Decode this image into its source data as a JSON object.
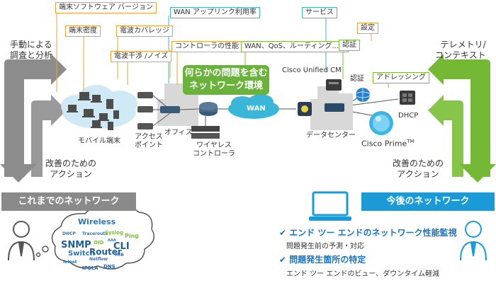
{
  "left_side": {
    "top_label_line1": "手動による",
    "top_label_line2": "調査と分析",
    "bottom_label_line1": "改善のための",
    "bottom_label_line2": "アクション",
    "button": "これまでのネットワーク",
    "cloud_words": [
      "Wireless",
      "DHCP",
      "Traceroute",
      "Syslog",
      "Ping",
      "SNMP",
      "OID",
      "AAA",
      "CLI",
      "Switch",
      "Router",
      "MIB",
      "Telnet",
      "Netflow",
      "IPSLA",
      "DNS"
    ]
  },
  "right_side": {
    "top_label_line1": "テレメトリ/",
    "top_label_line2": "コンテキスト",
    "bottom_label_line1": "改善のための",
    "bottom_label_line2": "アクション",
    "button": "今後のネットワーク",
    "bullets": [
      {
        "title": "エンド ツー エンドのネットワーク性能監視",
        "sub": "問題発生前の予測・対応"
      },
      {
        "title": "問題発生箇所の特定",
        "sub": "エンド ツー エンドのビュー、ダウンタイム軽減"
      }
    ]
  },
  "callouts": {
    "client_software": "端末ソフトウェア バージョン",
    "client_density": "端末密度",
    "rf_coverage": "電波カバレッジ",
    "rf_interference": "電波干渉 /ノイズ",
    "wan_uplink": "WAN アップリンク利用率",
    "controller_perf": "コントローラの性能",
    "wan_qos": "WAN、QoS、ルーティング......",
    "services": "サービス",
    "settings": "設定",
    "auth": "認証",
    "addressing": "アドレッシング"
  },
  "center": {
    "problem_line1": "何らかの問題を含む",
    "problem_line2": "ネットワーク環境",
    "wan": "WAN"
  },
  "devices": {
    "mobile": "モバイル端末",
    "access_point_line1": "アクセス",
    "access_point_line2": "ポイント",
    "office": "オフィス",
    "wlc_line1": "ワイヤレス",
    "wlc_line2": "コントローラ",
    "cucm": "Cisco Unified CM",
    "auth_server": "認証",
    "datacenter": "データセンター",
    "prime": "Cisco Prime",
    "prime_tm": "TM",
    "dhcp": "DHCP"
  },
  "colors": {
    "gray_arrow": "#8c8c8c",
    "green_arrow": "#74b836",
    "orange": "#f0a035",
    "teal": "#44b5c8",
    "blue": "#1a9bd7"
  }
}
